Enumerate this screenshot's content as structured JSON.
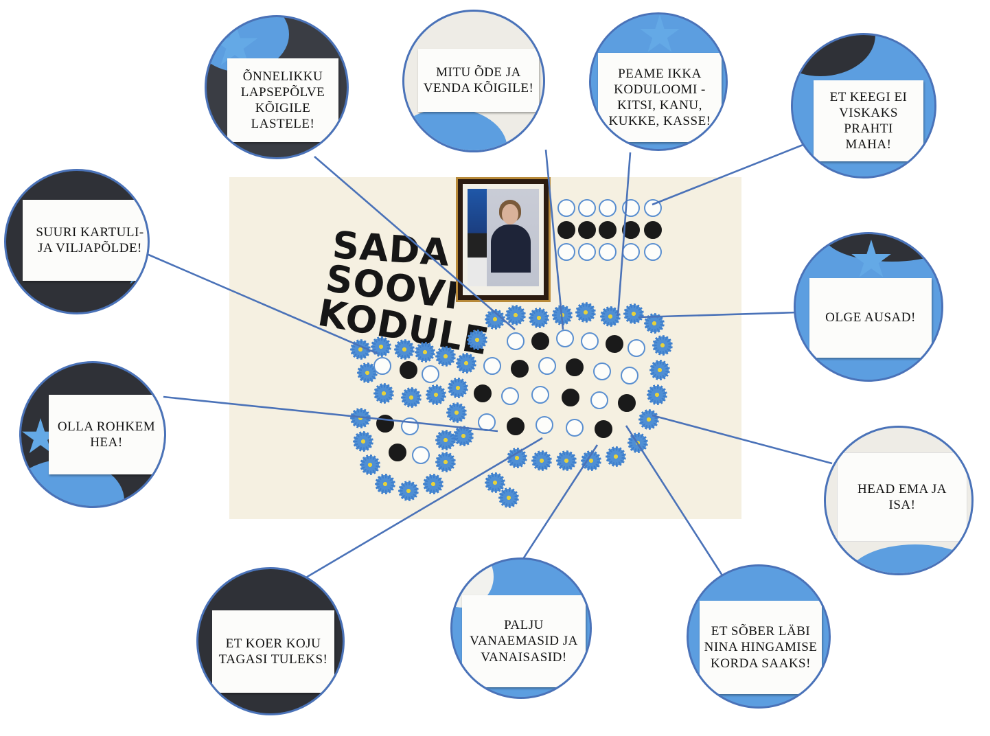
{
  "board": {
    "title_lines": [
      "SADA",
      "SOOVI",
      "KODULE"
    ]
  },
  "bubbles": [
    {
      "id": "b1",
      "text": "ÕNNELIKKU\nLAPSEPÕLVE\nKÕIGILE\nLASTELE!"
    },
    {
      "id": "b2",
      "text": "MITU ÕDE JA\nVENDA KÕIGILE!"
    },
    {
      "id": "b3",
      "text": "PEAME IKKA\nKODULOOMI -\nKITSI, KANU,\nKUKKE, KASSE!"
    },
    {
      "id": "b4",
      "text": "ET KEEGI EI\nVISKAKS PRAHTI\nMAHA!"
    },
    {
      "id": "b5",
      "text": "SUURI KARTULI-\nJA VILJAPÕLDE!"
    },
    {
      "id": "b6",
      "text": "OLGE AUSAD!"
    },
    {
      "id": "b7",
      "text": "OLLA ROHKEM\nHEA!"
    },
    {
      "id": "b8",
      "text": "HEAD EMA JA\nISA!"
    },
    {
      "id": "b9",
      "text": "ET KOER KOJU\nTAGASI TULEKS!"
    },
    {
      "id": "b10",
      "text": "PALJU\nVANAEMASID JA\nVANAISASID!"
    },
    {
      "id": "b11",
      "text": "ET SÕBER LÄBI\nNINA HINGAMISE\nKORDA SAAKS!"
    }
  ],
  "colors": {
    "connector": "#4a72b8",
    "paper_blue": "#5f9ee0",
    "board_bg": "#f5f0e1"
  }
}
